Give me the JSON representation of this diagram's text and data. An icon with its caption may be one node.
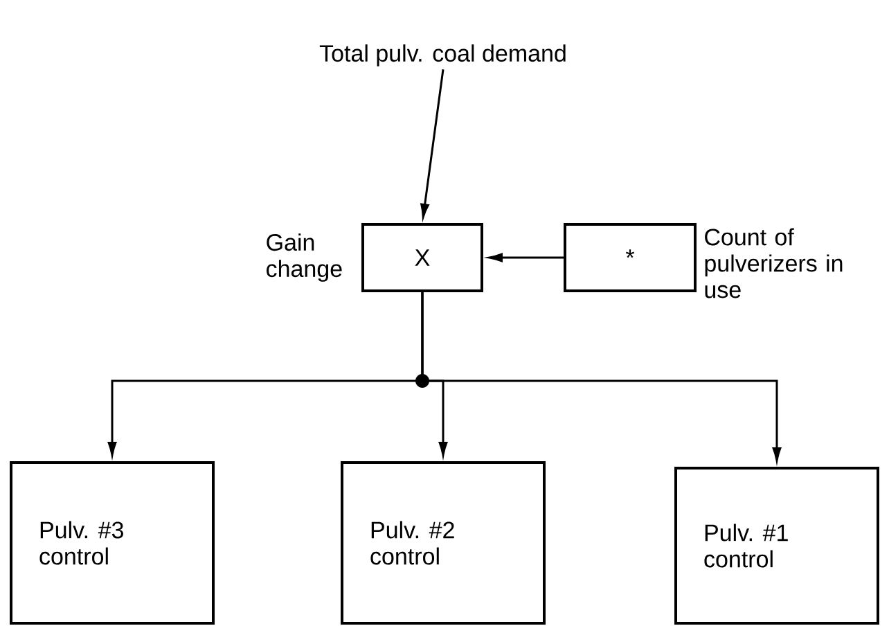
{
  "diagram": {
    "nodes": [
      {
        "text": [
          "Total pulv. coal demand"
        ]
      },
      {
        "text": [
          "X"
        ],
        "beside": [
          "Gain change"
        ]
      },
      {
        "text": [
          "*"
        ],
        "beside": [
          "Count of pulverizers in use"
        ]
      },
      {
        "text": [
          "Pulv. #3 control"
        ]
      },
      {
        "text": [
          "Pulv. #2 control"
        ]
      },
      {
        "text": [
          "Pulv. #1 control"
        ]
      }
    ],
    "edges": [
      {
        "from": 0,
        "to": 1,
        "arrow": "to"
      },
      {
        "from": 2,
        "to": 1,
        "arrow": "to"
      },
      {
        "from": 1,
        "to": 3,
        "arrow": "to"
      },
      {
        "from": 1,
        "to": 4,
        "arrow": "to"
      },
      {
        "from": 1,
        "to": 5,
        "arrow": "to"
      }
    ]
  }
}
